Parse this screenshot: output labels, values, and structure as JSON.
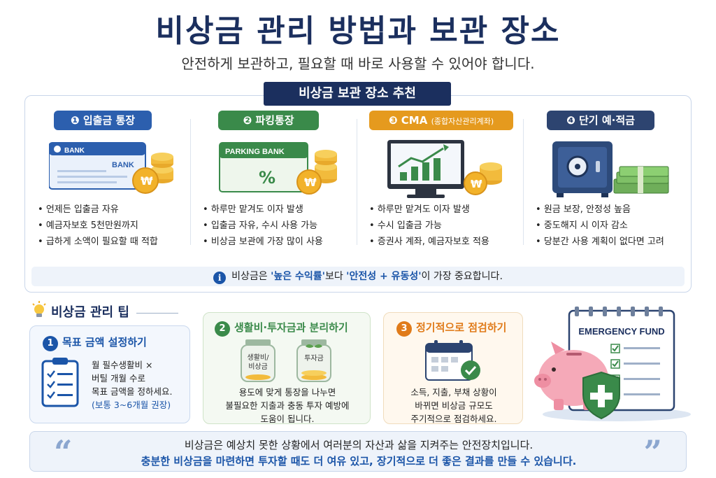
{
  "header": {
    "title": "비상금 관리 방법과 보관 장소",
    "subtitle": "안전하게 보관하고, 필요할 때 바로 사용할 수 있어야 합니다."
  },
  "recommend": {
    "tag": "비상금 보관 장소 추천",
    "columns": [
      {
        "badge": "❶ 입출금 통장",
        "badge_small": "",
        "color": "#2c5fae",
        "icon_label": "BANK",
        "icon_sub": "BANK",
        "bullets": [
          "언제든 입출금 자유",
          "예금자보호 5천만원까지",
          "급하게 소액이 필요할 때 적합"
        ]
      },
      {
        "badge": "❷ 파킹통장",
        "badge_small": "",
        "color": "#3a8a4a",
        "icon_label": "PARKING BANK",
        "icon_sub": "%",
        "bullets": [
          "하루만 맡겨도 이자 발생",
          "입출금 자유, 수시 사용 가능",
          "비상금 보관에 가장 많이 사용"
        ]
      },
      {
        "badge": "❸ CMA",
        "badge_small": "(종합자산관리계좌)",
        "color": "#e59a1e",
        "icon_label": "",
        "icon_sub": "",
        "bullets": [
          "하루만 맡겨도 이자 발생",
          "수시 입출금 가능",
          "증권사 계좌, 예금자보호 적용"
        ]
      },
      {
        "badge": "❹ 단기 예·적금",
        "badge_small": "",
        "color": "#2d4470",
        "icon_label": "",
        "icon_sub": "",
        "bullets": [
          "원금 보장, 안정성 높음",
          "중도해지 시 이자 감소",
          "당분간 사용 계획이 없다면 고려"
        ]
      }
    ],
    "info": {
      "icon": "i",
      "pre": "비상금은 ",
      "hl1": "'높은 수익률'",
      "mid": "보다 ",
      "hl2": "'안전성 + 유동성'",
      "post": "이 가장 중요합니다."
    }
  },
  "tips": {
    "header": "비상금 관리 팁",
    "items": [
      {
        "num": "1",
        "title": "목표 금액 설정하기",
        "color": "#1b55a8",
        "lines": [
          "월 필수생활비 ×",
          "버틸 개월 수로",
          "목표 금액을 정하세요."
        ],
        "note": "(보통 3~6개월 권장)"
      },
      {
        "num": "2",
        "title": "생활비·투자금과 분리하기",
        "color": "#3a8a4a",
        "jar1": "생활비/\n비상금",
        "jar1_a": "생활비/",
        "jar1_b": "비상금",
        "jar2": "투자금",
        "lines": [
          "용도에 맞게 통장을 나누면",
          "불필요한 지출과 충동 투자 예방에",
          "도움이 됩니다."
        ]
      },
      {
        "num": "3",
        "title": "정기적으로 점검하기",
        "color": "#e07b1a",
        "lines": [
          "소득, 지출, 부채 상황이",
          "바뀌면 비상금 규모도",
          "주기적으로 점검하세요."
        ]
      }
    ],
    "emergency_fund_label": "EMERGENCY FUND"
  },
  "quote": {
    "line1": "비상금은 예상치 못한 상황에서 여러분의 자산과 삶을 지켜주는 안전장치입니다.",
    "line2": "충분한 비상금을 마련하면 투자할 때도 더 여유 있고, 장기적으로 더 좋은 결과를 만들 수 있습니다.",
    "open_mark": "“",
    "close_mark": "”"
  }
}
